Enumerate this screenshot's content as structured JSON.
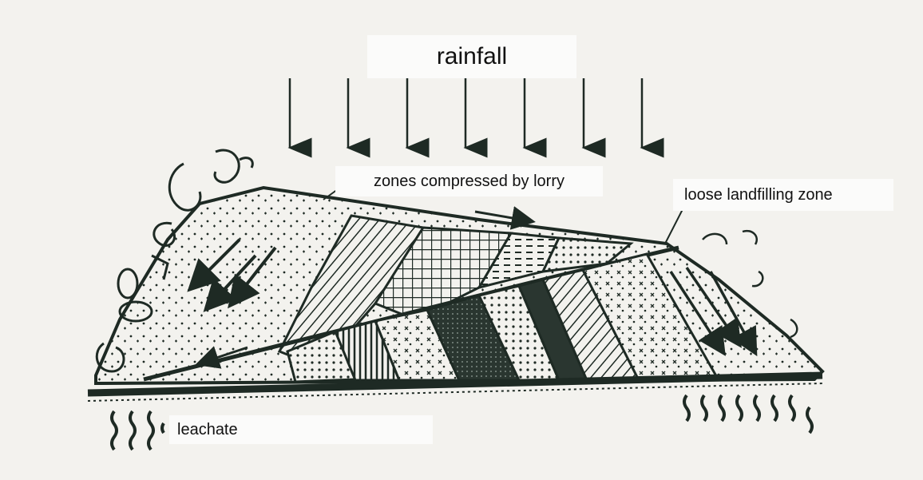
{
  "labels": {
    "rainfall": "rainfall",
    "compressed": "zones compressed by lorry",
    "loose": "loose landfilling zone",
    "leachate": "leachate"
  },
  "colors": {
    "ink": "#1e2a24",
    "paper": "#f3f2ee",
    "dark_fill": "#2a3630"
  },
  "icons": {
    "rain_arrow": "arrow-down-icon",
    "flow_arrow": "flow-arrow-icon",
    "seepage": "wavy-seepage-icon"
  }
}
